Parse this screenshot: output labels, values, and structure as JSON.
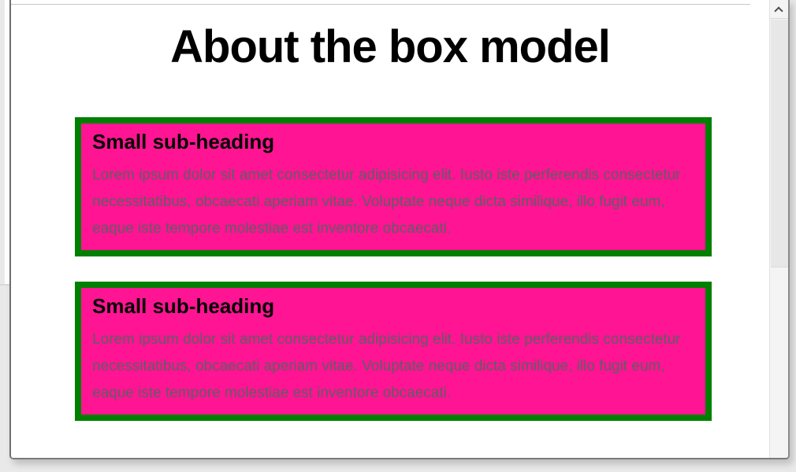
{
  "page": {
    "title": "About the box model",
    "cards": [
      {
        "heading": "Small sub-heading",
        "body": "Lorem ipsum dolor sit amet consectetur adipisicing elit. Iusto iste perferendis consectetur necessitatibus, obcaecati aperiam vitae. Voluptate neque dicta similique, illo fugit eum, eaque iste tempore molestiae est inventore obcaecati."
      },
      {
        "heading": "Small sub-heading",
        "body": "Lorem ipsum dolor sit amet consectetur adipisicing elit. Iusto iste perferendis consectetur necessitatibus, obcaecati aperiam vitae. Voluptate neque dicta similique, illo fugit eum, eaque iste tempore molestiae est inventore obcaecati."
      }
    ]
  },
  "colors": {
    "card_background": "#ff1493",
    "card_border": "#008000",
    "heading_text": "#000000",
    "body_text": "#5d5f63",
    "desktop_background": "#e9e9e9",
    "scrollbar_track": "#f4f4f4",
    "scrollbar_thumb": "#e7e7e7"
  }
}
